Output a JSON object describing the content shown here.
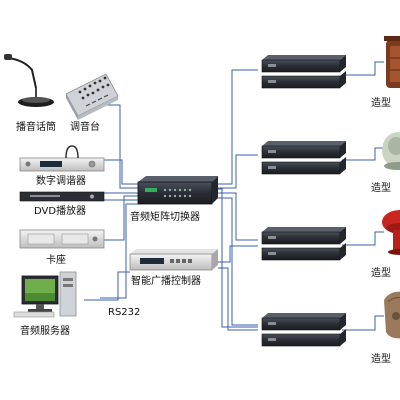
{
  "labels": {
    "mic": "播音话筒",
    "mixer": "调音台",
    "tuner": "数字调谐器",
    "dvd": "DVD播放器",
    "cassette": "卡座",
    "server": "音频服务器",
    "matrix": "音频矩阵切换器",
    "controller": "智能广播控制器",
    "rs232": "RS232",
    "speaker_1": "造型",
    "speaker_2": "造型",
    "speaker_3": "造型",
    "speaker_4": "造型"
  },
  "colors": {
    "wire": "#3b5fa8",
    "device_dark": "#2a2d34",
    "device_light": "#d9d9d9"
  }
}
